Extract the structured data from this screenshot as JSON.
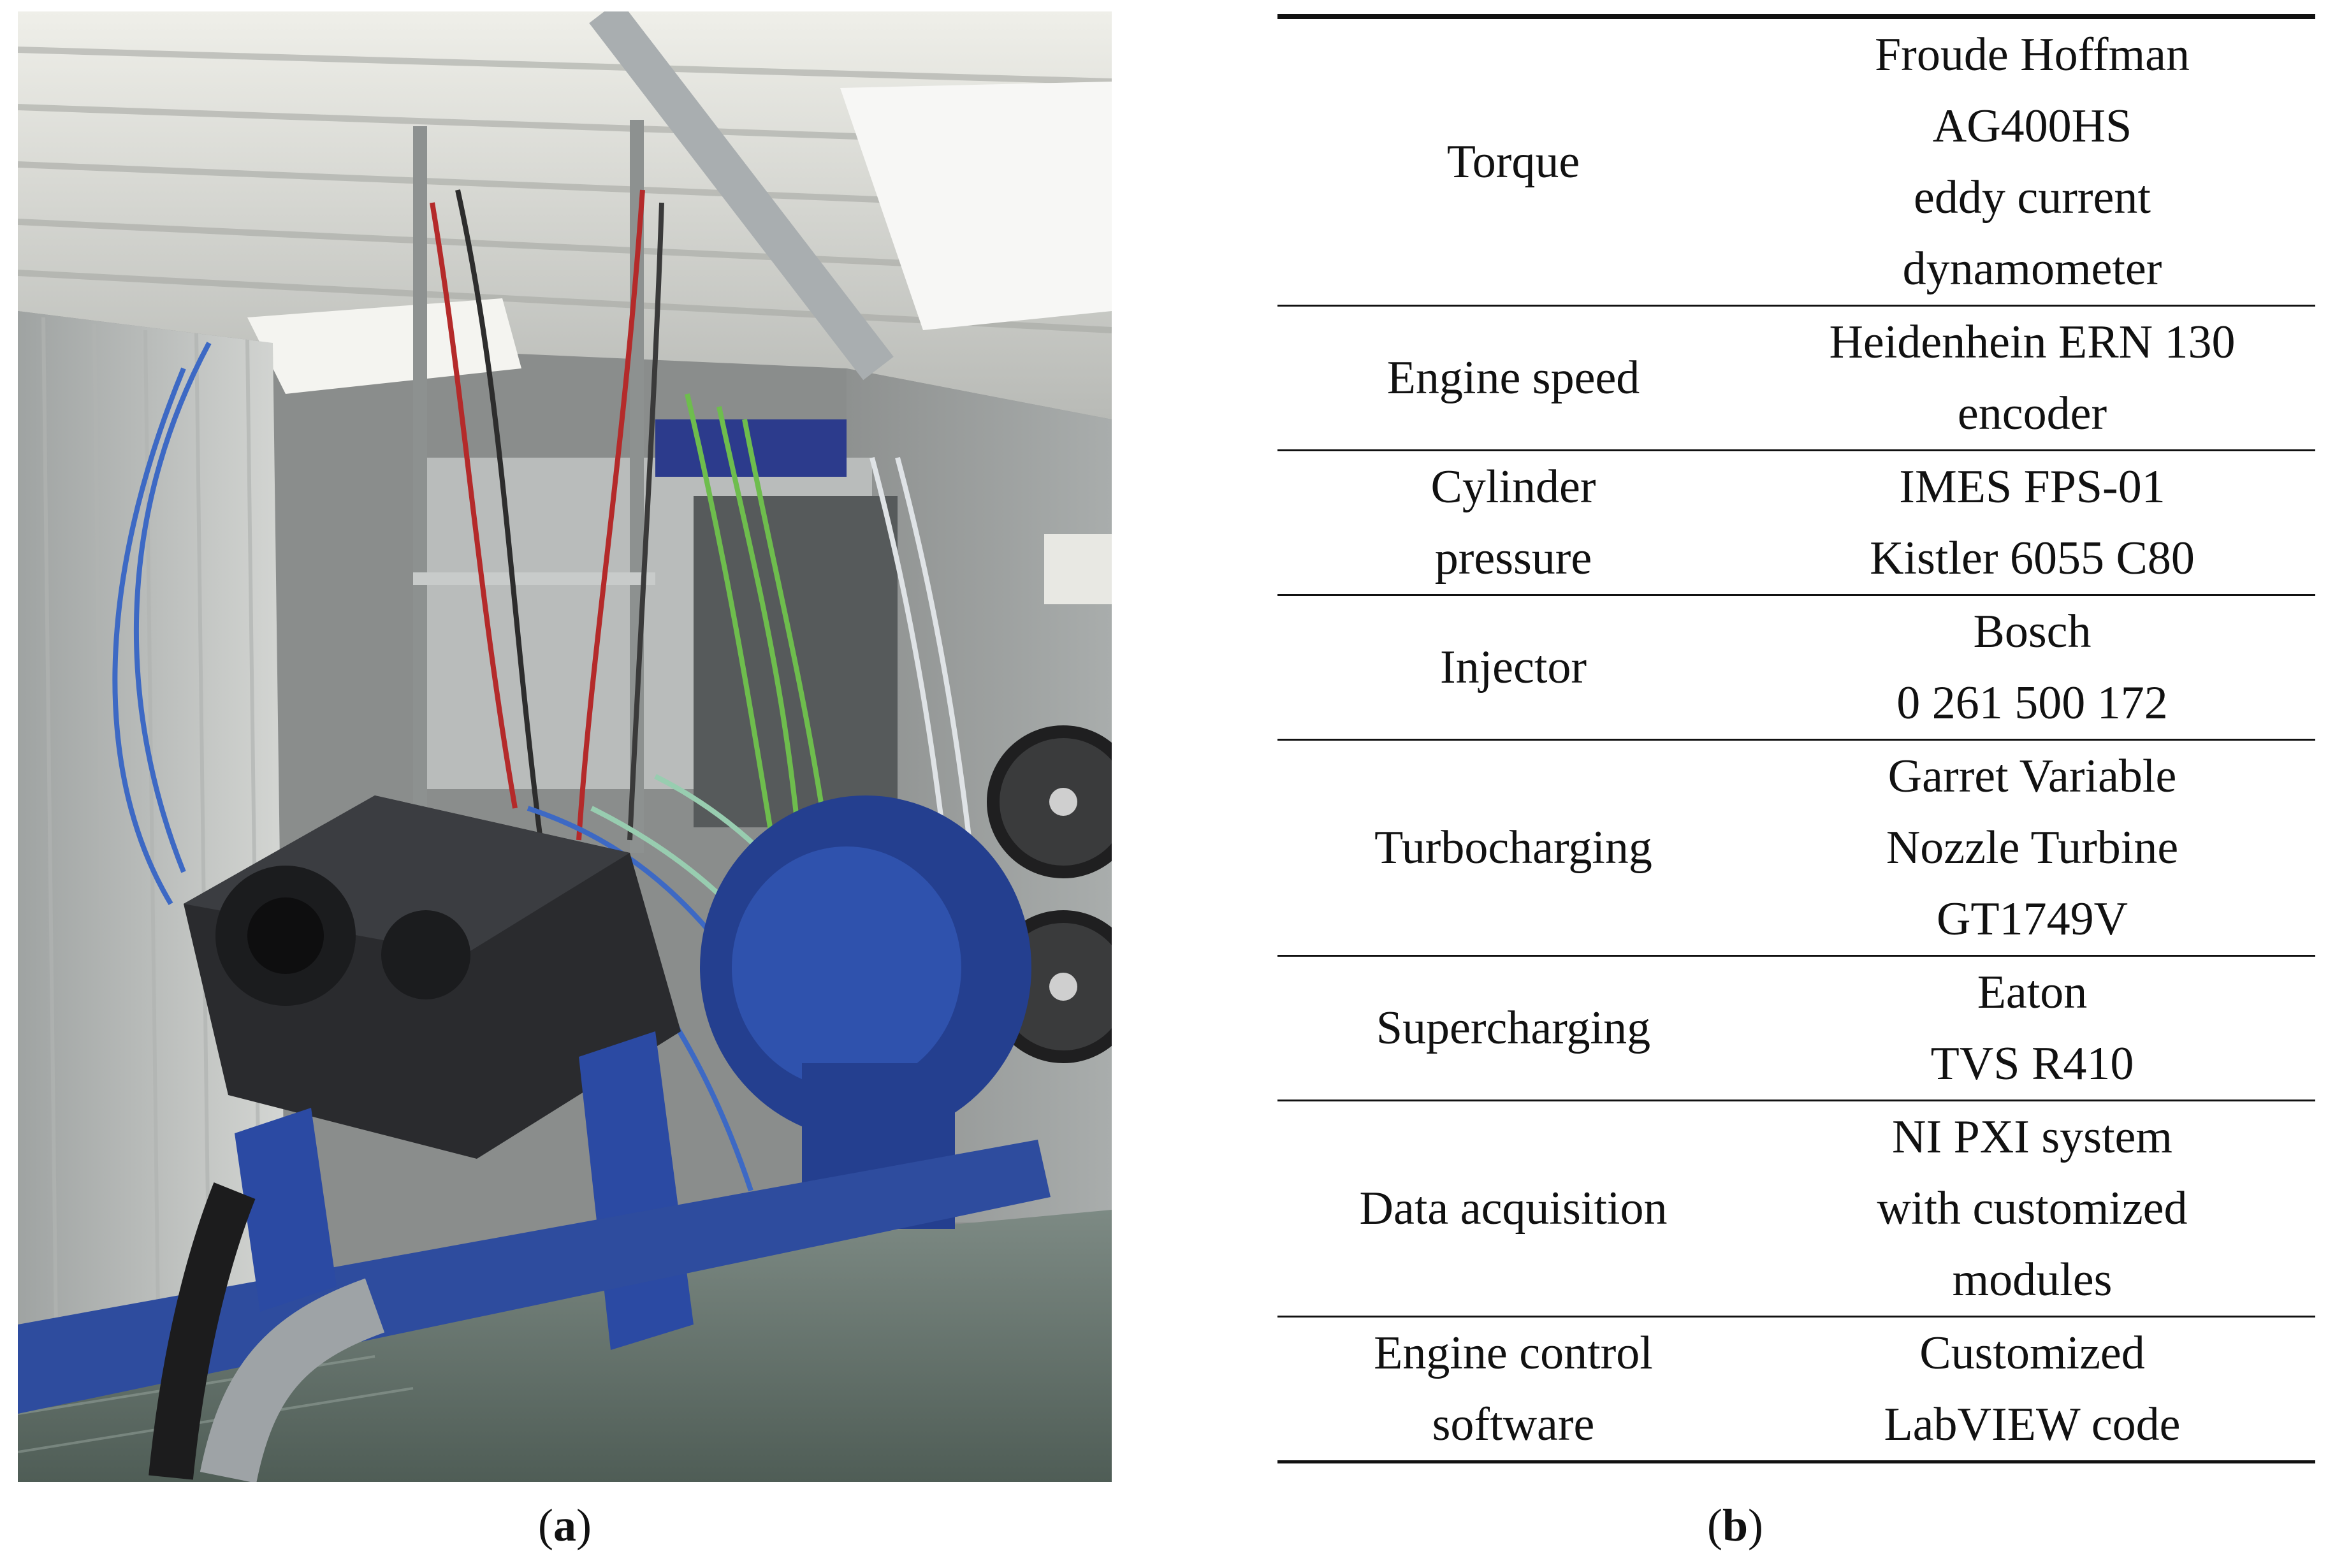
{
  "figure": {
    "captions": {
      "a": "a",
      "b": "b"
    }
  },
  "table": {
    "rows": [
      {
        "label": "Torque",
        "value": "Froude Hoffman\nAG400HS\neddy current\ndynamometer"
      },
      {
        "label": "Engine speed",
        "value": "Heidenhein ERN 130\nencoder"
      },
      {
        "label": "Cylinder\npressure",
        "value": "IMES FPS-01\nKistler 6055 C80"
      },
      {
        "label": "Injector",
        "value": "Bosch\n0 261 500 172"
      },
      {
        "label": "Turbocharging",
        "value": "Garret Variable\nNozzle Turbine\nGT1749V"
      },
      {
        "label": "Supercharging",
        "value": "Eaton\nTVS R410"
      },
      {
        "label": "Data acquisition",
        "value": "NI PXI system\nwith customized\nmodules"
      },
      {
        "label": "Engine control\nsoftware",
        "value": "Customized\nLabVIEW code"
      }
    ]
  },
  "photo": {
    "palette": {
      "wall": "#c9cbc8",
      "ceiling": "#d8d8d2",
      "engine": "#2a2b2e",
      "dyno": "#243f8f",
      "floor": "#5d6b64",
      "cable_blue": "#3d69c4",
      "cable_green": "#6ebd4d",
      "cable_red": "#b42a2a"
    }
  }
}
